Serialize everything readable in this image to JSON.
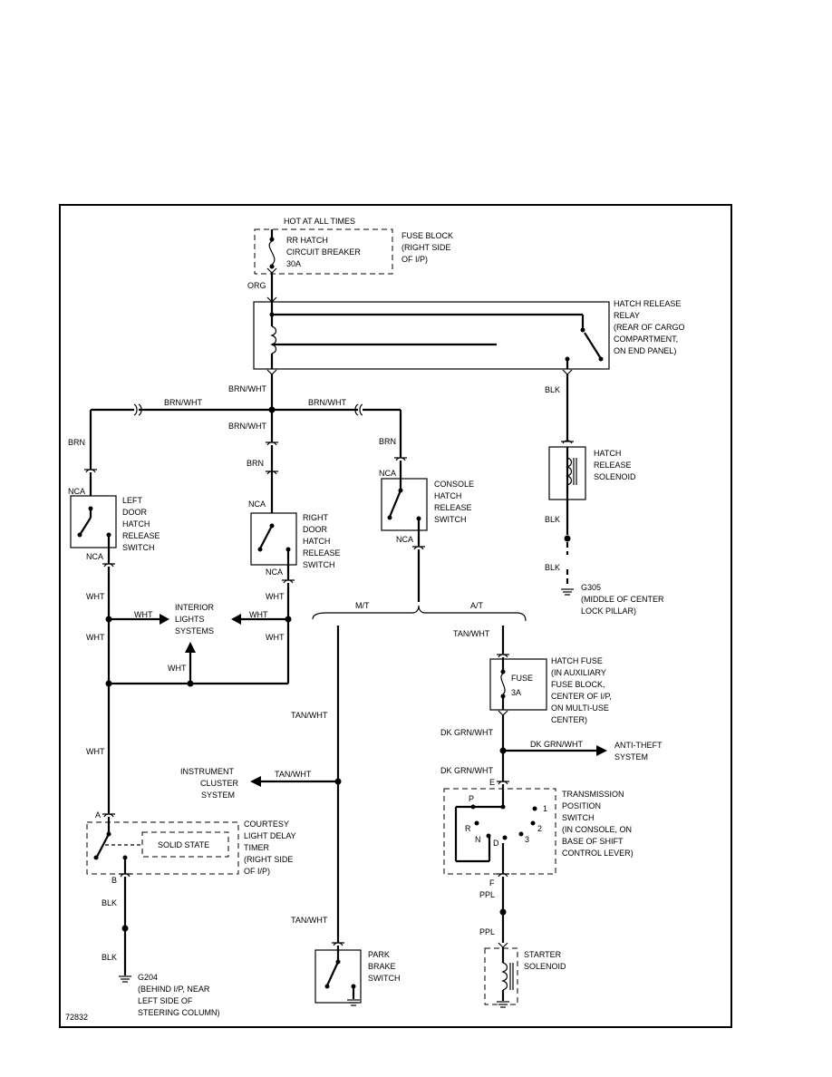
{
  "diagram_id": "72832",
  "labels": {
    "hot_at_all_times": "HOT AT ALL TIMES",
    "fuse_block": [
      "FUSE BLOCK",
      "(RIGHT SIDE",
      "OF I/P)"
    ],
    "rr_hatch_cb": [
      "RR HATCH",
      "CIRCUIT BREAKER",
      "30A"
    ],
    "org": "ORG",
    "hatch_release_relay": [
      "HATCH RELEASE",
      "RELAY",
      "(REAR OF CARGO",
      "COMPARTMENT,",
      "ON END PANEL)"
    ],
    "brn_wht_center": "BRN/WHT",
    "brn_wht_left": "BRN/WHT",
    "brn_wht_right": "BRN/WHT",
    "brn_wht_mid": "BRN/WHT",
    "blk_relay": "BLK",
    "hatch_release_solenoid": [
      "HATCH",
      "RELEASE",
      "SOLENOID"
    ],
    "blk_sol1": "BLK",
    "blk_sol2": "BLK",
    "g305": [
      "G305",
      "(MIDDLE OF CENTER",
      "LOCK PILLAR)"
    ],
    "brn_left": "BRN",
    "brn_right_door": "BRN",
    "brn_console": "BRN",
    "nca_ld_top": "NCA",
    "nca_ld_bottom": "NCA",
    "nca_rd_top": "NCA",
    "nca_rd_bottom": "NCA",
    "nca_con_top": "NCA",
    "nca_con_bottom": "NCA",
    "left_door_switch": [
      "LEFT",
      "DOOR",
      "HATCH",
      "RELEASE",
      "SWITCH"
    ],
    "right_door_switch": [
      "RIGHT",
      "DOOR",
      "HATCH",
      "RELEASE",
      "SWITCH"
    ],
    "console_switch": [
      "CONSOLE",
      "HATCH",
      "RELEASE",
      "SWITCH"
    ],
    "wht_left1": "WHT",
    "wht_arrow_left": "WHT",
    "wht_arrow_right": "WHT",
    "wht_right1": "WHT",
    "wht_left2": "WHT",
    "wht_right2": "WHT",
    "wht_up": "WHT",
    "wht_left3": "WHT",
    "interior_lights": [
      "INTERIOR",
      "LIGHTS",
      "SYSTEMS"
    ],
    "mt": "M/T",
    "at": "A/T",
    "tan_wht_at": "TAN/WHT",
    "tan_wht_mt1": "TAN/WHT",
    "tan_wht_arrow": "TAN/WHT",
    "tan_wht_mt2": "TAN/WHT",
    "instrument_cluster": [
      "INSTRUMENT",
      "CLUSTER",
      "SYSTEM"
    ],
    "hatch_fuse": [
      "HATCH FUSE",
      "(IN AUXILIARY",
      "FUSE BLOCK,",
      "CENTER OF I/P,",
      "ON MULTI-USE",
      "CENTER)"
    ],
    "fuse_inner": [
      "FUSE",
      "3A"
    ],
    "dk_grn_wht1": "DK GRN/WHT",
    "dk_grn_wht_arrow": "DK GRN/WHT",
    "dk_grn_wht2": "DK GRN/WHT",
    "anti_theft": [
      "ANTI-THEFT",
      "SYSTEM"
    ],
    "trans_switch": [
      "TRANSMISSION",
      "POSITION",
      "SWITCH",
      "(IN CONSOLE, ON",
      "BASE OF SHIFT",
      "CONTROL LEVER)"
    ],
    "gear_positions": [
      "P",
      "R",
      "N",
      "D",
      "3",
      "2",
      "1"
    ],
    "conn_e": "E",
    "conn_f": "F",
    "conn_a": "A",
    "conn_b": "B",
    "ppl1": "PPL",
    "ppl2": "PPL",
    "starter_solenoid": [
      "STARTER",
      "SOLENOID"
    ],
    "courtesy_timer": [
      "COURTESY",
      "LIGHT DELAY",
      "TIMER",
      "(RIGHT SIDE",
      "OF I/P)"
    ],
    "solid_state": "SOLID STATE",
    "blk_ct1": "BLK",
    "blk_ct2": "BLK",
    "g204": [
      "G204",
      "(BEHIND I/P, NEAR",
      "LEFT SIDE OF",
      "STEERING COLUMN)"
    ],
    "park_brake": [
      "PARK",
      "BRAKE",
      "SWITCH"
    ]
  }
}
